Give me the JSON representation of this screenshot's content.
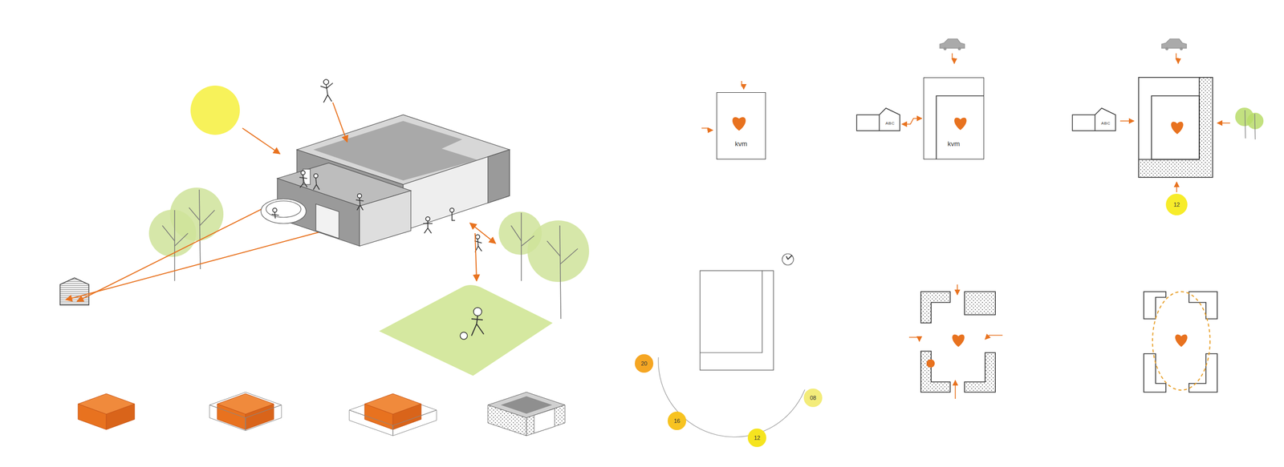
{
  "diagram": {
    "nodes": [
      {
        "text": [
          "kvm"
        ]
      },
      {
        "text": [
          "ABC"
        ]
      },
      {
        "text": [
          "kvm"
        ]
      },
      {
        "text": [
          "ABC"
        ]
      },
      {
        "text": [
          "12"
        ]
      },
      {
        "text": [
          "20"
        ]
      },
      {
        "text": [
          "16"
        ]
      },
      {
        "text": [
          "12"
        ]
      },
      {
        "text": [
          "08"
        ]
      }
    ],
    "edges": [
      {
        "from": 1,
        "to": 2,
        "arrow": "both"
      }
    ]
  }
}
